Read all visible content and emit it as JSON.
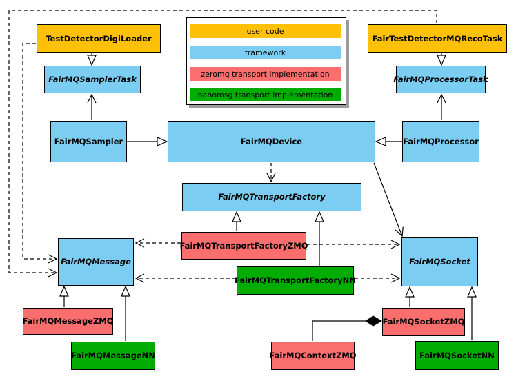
{
  "colors": {
    "user_code": "#FFC107",
    "framework": "#7BCEF2",
    "zeromq": "#FA6E6E",
    "nanomsg": "#00AC00"
  },
  "legend": {
    "items": [
      {
        "label": "user code",
        "category": "user_code"
      },
      {
        "label": "framework",
        "category": "framework"
      },
      {
        "label": "zeromq transport implementation",
        "category": "zeromq"
      },
      {
        "label": "nanomsg transport implementation",
        "category": "nanomsg"
      }
    ]
  },
  "nodes": [
    {
      "id": "digiloader",
      "label": "TestDetectorDigiLoader",
      "category": "user_code",
      "abstract": false
    },
    {
      "id": "recotask",
      "label": "FairTestDetectorMQRecoTask",
      "category": "user_code",
      "abstract": false
    },
    {
      "id": "samplertask",
      "label": "FairMQSamplerTask",
      "category": "framework",
      "abstract": true
    },
    {
      "id": "processortask",
      "label": "FairMQProcessorTask",
      "category": "framework",
      "abstract": true
    },
    {
      "id": "sampler",
      "label": "FairMQSampler",
      "category": "framework",
      "abstract": false
    },
    {
      "id": "device",
      "label": "FairMQDevice",
      "category": "framework",
      "abstract": false
    },
    {
      "id": "processor",
      "label": "FairMQProcessor",
      "category": "framework",
      "abstract": false
    },
    {
      "id": "transportfactory",
      "label": "FairMQTransportFactory",
      "category": "framework",
      "abstract": true
    },
    {
      "id": "tfzmq",
      "label": "FairMQTransportFactoryZMQ",
      "category": "zeromq",
      "abstract": false
    },
    {
      "id": "tfnn",
      "label": "FairMQTransportFactoryNN",
      "category": "nanomsg",
      "abstract": false
    },
    {
      "id": "message",
      "label": "FairMQMessage",
      "category": "framework",
      "abstract": true
    },
    {
      "id": "socket",
      "label": "FairMQSocket",
      "category": "framework",
      "abstract": true
    },
    {
      "id": "messagezmq",
      "label": "FairMQMessageZMQ",
      "category": "zeromq",
      "abstract": false
    },
    {
      "id": "messagenn",
      "label": "FairMQMessageNN",
      "category": "nanomsg",
      "abstract": false
    },
    {
      "id": "contextzmq",
      "label": "FairMQContextZMQ",
      "category": "zeromq",
      "abstract": false
    },
    {
      "id": "socketzmq",
      "label": "FairMQSocketZMQ",
      "category": "zeromq",
      "abstract": false
    },
    {
      "id": "socketnn",
      "label": "FairMQSocketNN",
      "category": "nanomsg",
      "abstract": false
    }
  ],
  "edges": [
    {
      "from": "TestDetectorDigiLoader",
      "to": "FairMQSamplerTask",
      "type": "inheritance"
    },
    {
      "from": "FairTestDetectorMQRecoTask",
      "to": "FairMQProcessorTask",
      "type": "inheritance"
    },
    {
      "from": "FairMQSampler",
      "to": "FairMQDevice",
      "type": "inheritance"
    },
    {
      "from": "FairMQProcessor",
      "to": "FairMQDevice",
      "type": "inheritance"
    },
    {
      "from": "FairMQTransportFactoryZMQ",
      "to": "FairMQTransportFactory",
      "type": "inheritance"
    },
    {
      "from": "FairMQTransportFactoryNN",
      "to": "FairMQTransportFactory",
      "type": "inheritance"
    },
    {
      "from": "FairMQMessageZMQ",
      "to": "FairMQMessage",
      "type": "inheritance"
    },
    {
      "from": "FairMQMessageNN",
      "to": "FairMQMessage",
      "type": "inheritance"
    },
    {
      "from": "FairMQSocketZMQ",
      "to": "FairMQSocket",
      "type": "inheritance"
    },
    {
      "from": "FairMQSocketNN",
      "to": "FairMQSocket",
      "type": "inheritance"
    },
    {
      "from": "FairMQSampler",
      "to": "FairMQSamplerTask",
      "type": "association"
    },
    {
      "from": "FairMQProcessor",
      "to": "FairMQProcessorTask",
      "type": "association"
    },
    {
      "from": "FairMQDevice",
      "to": "FairMQSocket",
      "type": "association"
    },
    {
      "from": "FairMQDevice",
      "to": "FairMQTransportFactory",
      "type": "dependency"
    },
    {
      "from": "FairMQTransportFactoryZMQ",
      "to": "FairMQMessage",
      "type": "dependency"
    },
    {
      "from": "FairMQTransportFactoryZMQ",
      "to": "FairMQSocket",
      "type": "dependency"
    },
    {
      "from": "FairMQTransportFactoryNN",
      "to": "FairMQMessage",
      "type": "dependency"
    },
    {
      "from": "FairMQTransportFactoryNN",
      "to": "FairMQSocket",
      "type": "dependency"
    },
    {
      "from": "FairTestDetectorMQRecoTask",
      "to": "FairMQMessage",
      "type": "dependency"
    },
    {
      "from": "TestDetectorDigiLoader",
      "to": "FairMQMessage",
      "type": "dependency"
    },
    {
      "from": "FairMQContextZMQ",
      "to": "FairMQSocketZMQ",
      "type": "composition"
    }
  ]
}
